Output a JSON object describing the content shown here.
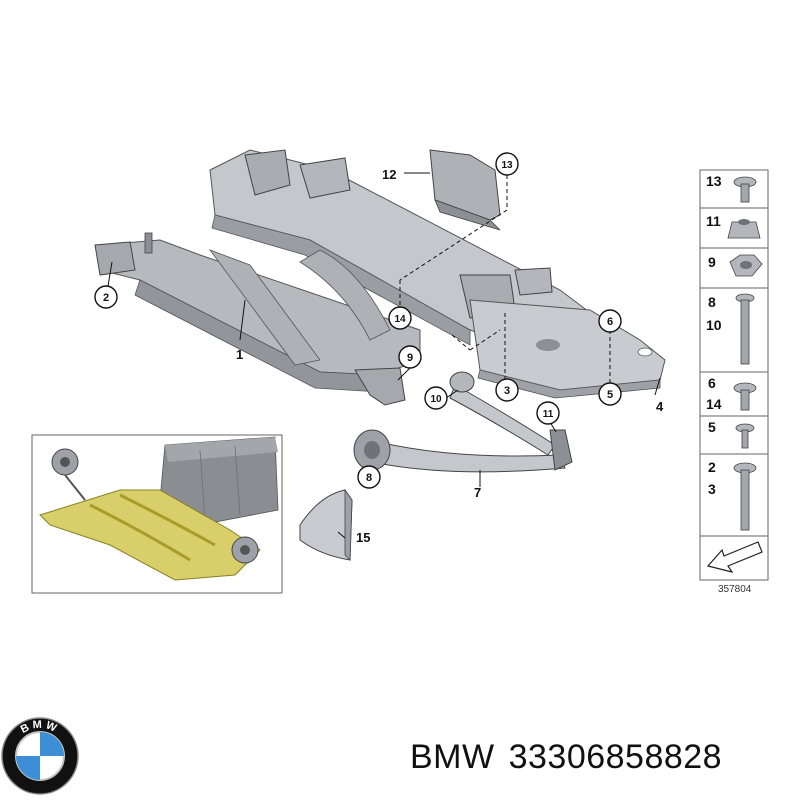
{
  "callouts": {
    "c1": "1",
    "c2": "2",
    "c3": "3",
    "c4": "4",
    "c5": "5",
    "c6": "6",
    "c7": "7",
    "c8": "8",
    "c9": "9",
    "c10": "10",
    "c11": "11",
    "c12": "12",
    "c13": "13",
    "c14": "14",
    "c15": "15"
  },
  "sidebar": {
    "items": [
      {
        "labels": [
          "13"
        ]
      },
      {
        "labels": [
          "11"
        ]
      },
      {
        "labels": [
          "9"
        ]
      },
      {
        "labels": [
          "8",
          "10"
        ]
      },
      {
        "labels": [
          "6",
          "14"
        ]
      },
      {
        "labels": [
          "5"
        ]
      },
      {
        "labels": [
          "2",
          "3"
        ]
      }
    ],
    "ref_number": "357804"
  },
  "logo": {
    "text": "BMW"
  },
  "footer": {
    "brand": "BMW",
    "part_number": "33306858828"
  },
  "colors": {
    "metal": "#b9bcc1",
    "metal_dark": "#8c9096",
    "highlight": "#d8cf6a",
    "line": "#111111"
  }
}
